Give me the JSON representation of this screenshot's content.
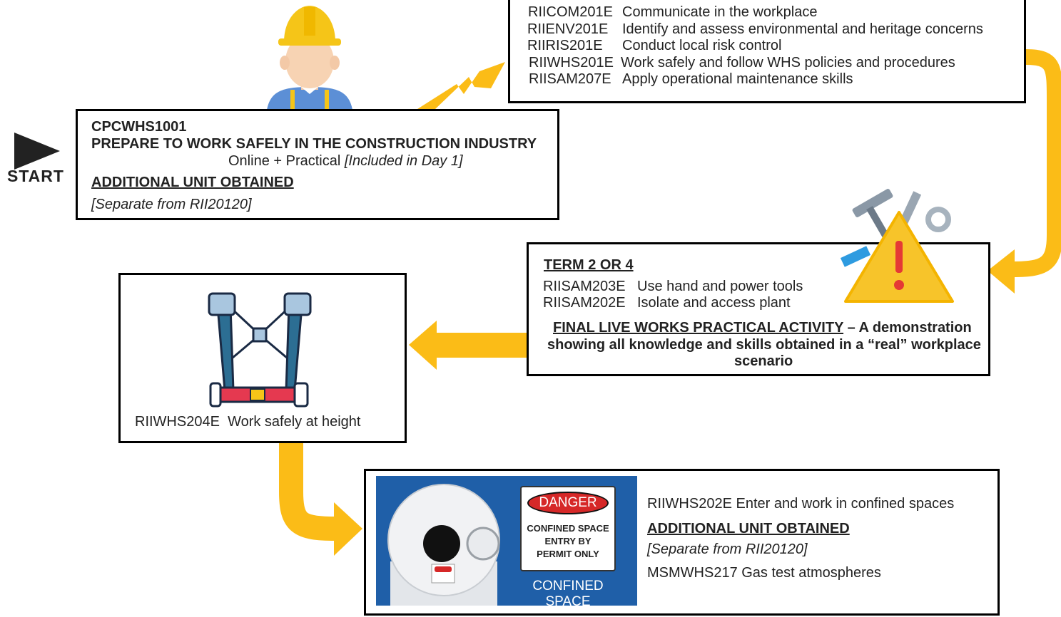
{
  "start": {
    "label": "START"
  },
  "colors": {
    "arrow": "#FBBC17",
    "border": "#000000",
    "confined_bg": "#1F5FA8",
    "danger_red": "#D62828"
  },
  "box1": {
    "code": "CPCWHS1001",
    "title": "PREPARE TO WORK SAFELY IN THE CONSTRUCTION INDUSTRY",
    "mode_plain": "Online + Practical ",
    "mode_italic": "[Included in Day 1]",
    "additional": "ADDITIONAL UNIT OBTAINED",
    "separate": "[Separate from RII20120]"
  },
  "box2": {
    "units": [
      {
        "code": "RIICOM201E",
        "name": "Communicate in the workplace"
      },
      {
        "code": "RIIENV201E",
        "name": "Identify and assess environmental and heritage concerns"
      },
      {
        "code": "RIIRIS201E",
        "name": "Conduct local risk control"
      },
      {
        "code": "RIIWHS201E",
        "name": "Work safely and follow WHS policies and procedures"
      },
      {
        "code": "RIISAM207E",
        "name": "Apply operational maintenance skills"
      }
    ]
  },
  "box3": {
    "heading": "TERM 2 OR 4",
    "units": [
      {
        "code": "RIISAM203E",
        "name": "Use hand and power tools"
      },
      {
        "code": "RIISAM202E",
        "name": "Isolate and access plant"
      }
    ],
    "final_underlined": "FINAL LIVE WORKS PRACTICAL ACTIVITY",
    "final_rest_1": " – A demonstration",
    "final_line2": "showing all knowledge and skills obtained in a “real” workplace",
    "final_line3": "scenario"
  },
  "box4": {
    "code": "RIIWHS204E",
    "name": "Work safely at height"
  },
  "box5": {
    "unit": "RIIWHS202E  Enter and work in confined spaces",
    "additional": "ADDITIONAL UNIT OBTAINED",
    "separate": "[Separate from RII20120]",
    "gas": "MSMWHS217 Gas test atmospheres",
    "sign": {
      "danger": "DANGER",
      "line1": "CONFINED SPACE",
      "line2": "ENTRY BY",
      "line3": "PERMIT ONLY",
      "footer": "CONFINED SPACE"
    }
  }
}
